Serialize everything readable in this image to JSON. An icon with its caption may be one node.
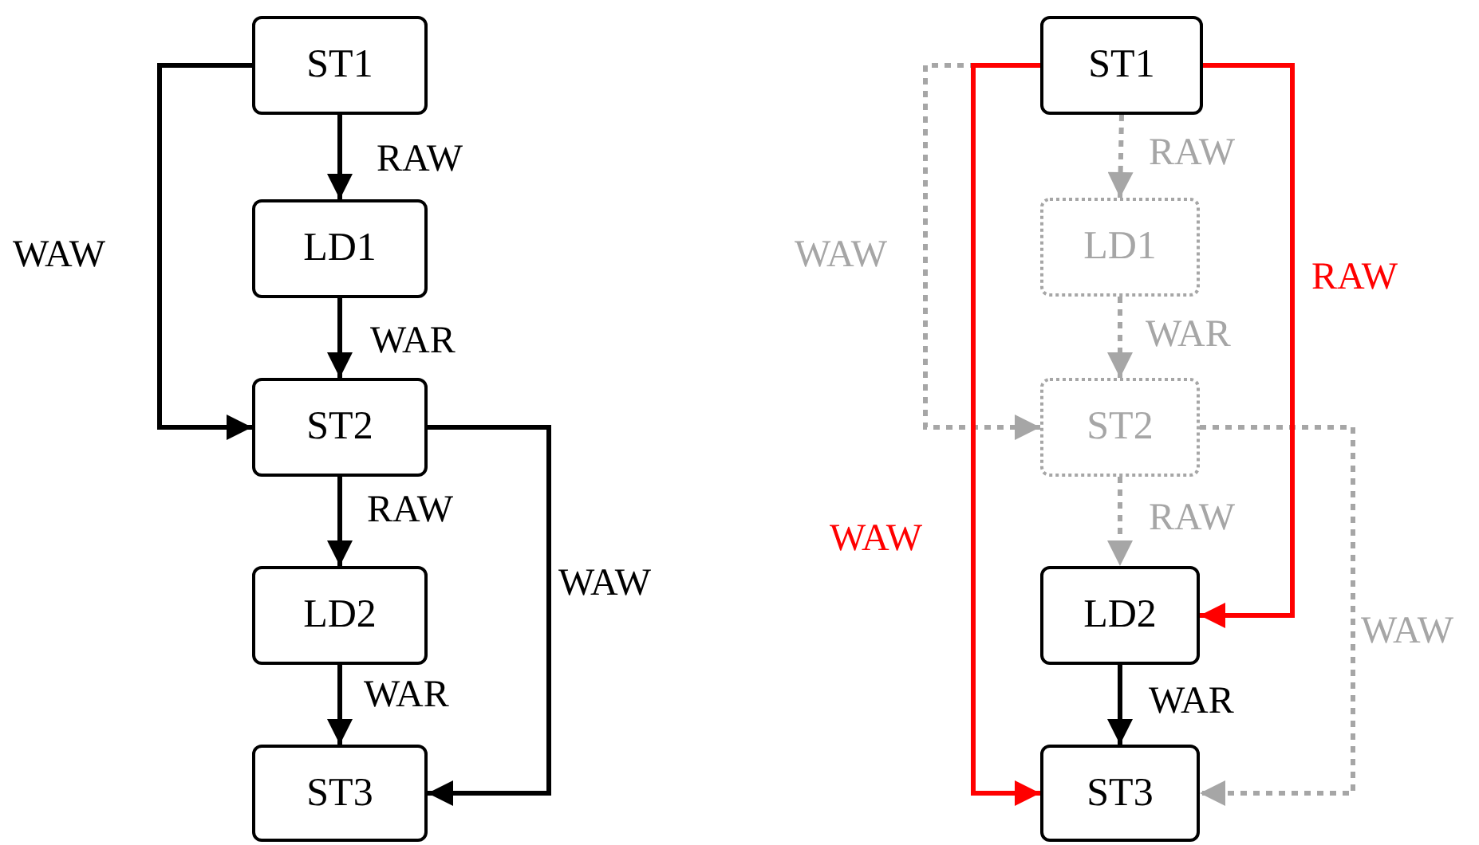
{
  "diagram": {
    "nodes": [
      {
        "text": [
          "ST1"
        ]
      },
      {
        "text": [
          "LD1"
        ]
      },
      {
        "text": [
          "ST2"
        ]
      },
      {
        "text": [
          "LD2"
        ]
      },
      {
        "text": [
          "ST3"
        ]
      },
      {
        "text": [
          "ST1"
        ]
      },
      {
        "text": [
          "LD1"
        ]
      },
      {
        "text": [
          "ST2"
        ]
      },
      {
        "text": [
          "LD2"
        ]
      },
      {
        "text": [
          "ST3"
        ]
      }
    ],
    "edges": [
      {
        "from": 0,
        "to": 1,
        "arrow": "to",
        "label": "RAW"
      },
      {
        "from": 1,
        "to": 2,
        "arrow": "to",
        "label": "WAR"
      },
      {
        "from": 0,
        "to": 2,
        "arrow": "to",
        "label": "WAW"
      },
      {
        "from": 2,
        "to": 3,
        "arrow": "to",
        "label": "RAW"
      },
      {
        "from": 3,
        "to": 4,
        "arrow": "to",
        "label": "WAR"
      },
      {
        "from": 2,
        "to": 4,
        "arrow": "to",
        "label": "WAW"
      },
      {
        "from": 5,
        "to": 6,
        "arrow": "to",
        "label": "RAW",
        "style": "dashed",
        "color": "#a6a6a6"
      },
      {
        "from": 6,
        "to": 7,
        "arrow": "to",
        "label": "WAR",
        "style": "dashed",
        "color": "#a6a6a6"
      },
      {
        "from": 5,
        "to": 7,
        "arrow": "to",
        "label": "WAW",
        "style": "dashed",
        "color": "#a6a6a6"
      },
      {
        "from": 7,
        "to": 8,
        "arrow": "to",
        "label": "RAW",
        "style": "dashed",
        "color": "#a6a6a6"
      },
      {
        "from": 8,
        "to": 9,
        "arrow": "to",
        "label": "WAR"
      },
      {
        "from": 7,
        "to": 9,
        "arrow": "to",
        "label": "WAW",
        "style": "dashed",
        "color": "#a6a6a6"
      },
      {
        "from": 5,
        "to": 8,
        "arrow": "to",
        "label": "RAW",
        "color": "#ff0000"
      },
      {
        "from": 5,
        "to": 9,
        "arrow": "to",
        "label": "WAW",
        "color": "#ff0000"
      }
    ]
  }
}
